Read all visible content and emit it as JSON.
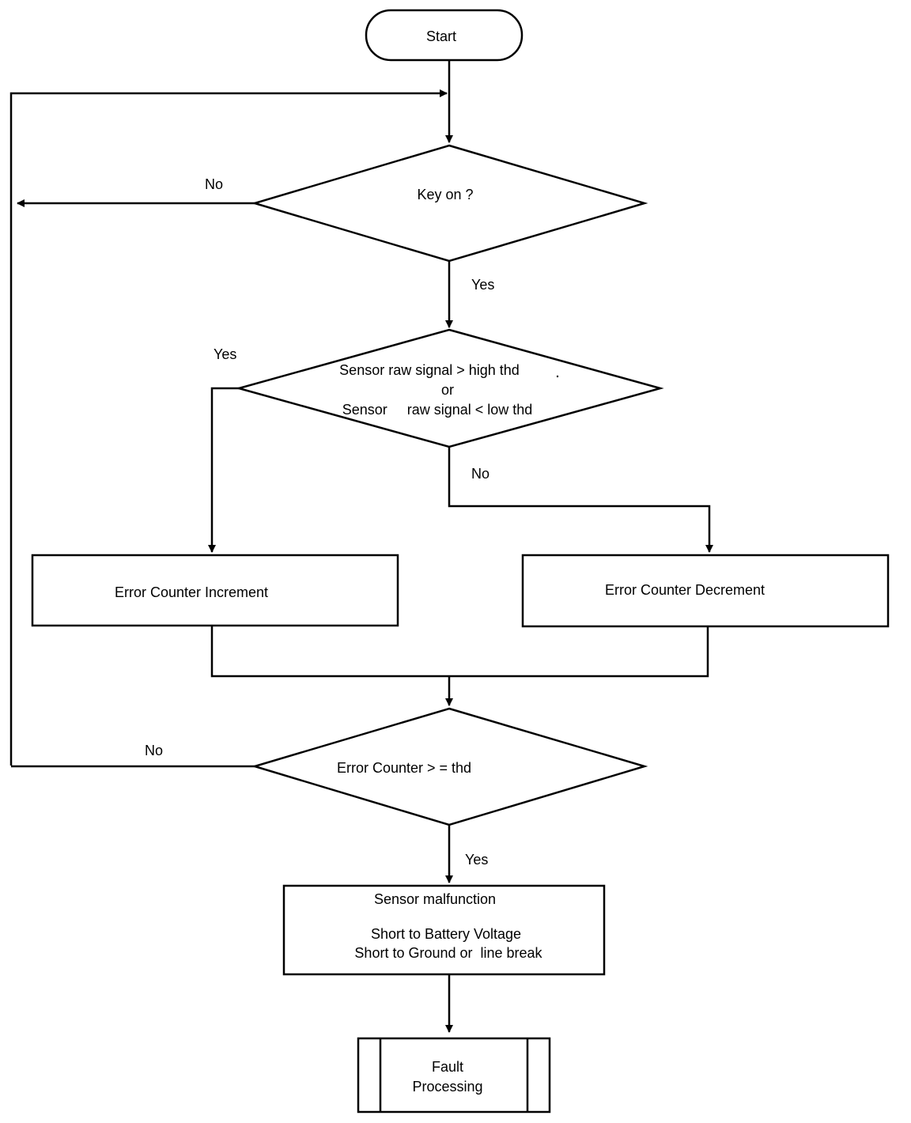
{
  "diagram": {
    "start": "Start",
    "key_on": "Key on ?",
    "sensor_check": {
      "line1": "Sensor raw signal > high thd",
      "line2": "or",
      "line3": "Sensor     raw signal < low thd"
    },
    "increment": "Error Counter Increment",
    "decrement": "Error Counter Decrement",
    "counter_check": "Error Counter > = thd",
    "malfunction": {
      "title": "Sensor malfunction",
      "line1": "Short to Battery Voltage",
      "line2": "Short to Ground or  line break"
    },
    "fault": {
      "line1": "Fault",
      "line2": "Processing"
    },
    "edges": {
      "key_no": "No",
      "key_yes": "Yes",
      "sensor_yes": "Yes",
      "sensor_no": "No",
      "counter_no": "No",
      "counter_yes": "Yes"
    }
  }
}
